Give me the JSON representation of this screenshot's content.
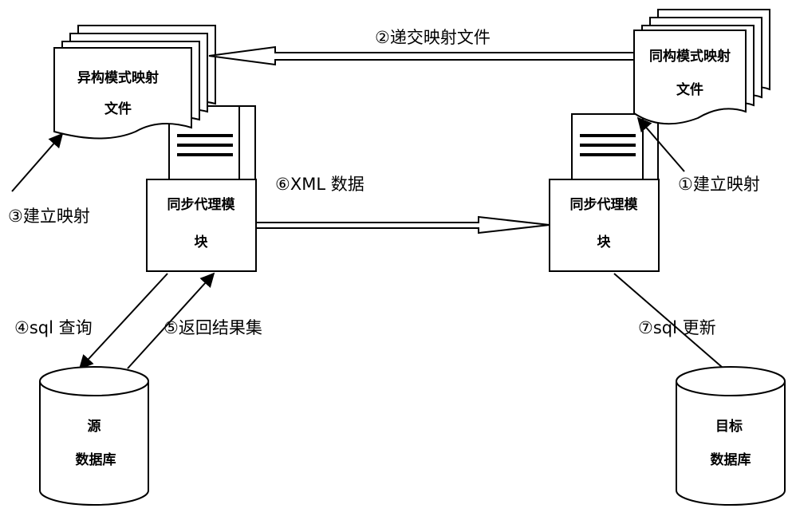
{
  "documents": {
    "left": {
      "line1": "异构模式映射",
      "line2": "文件"
    },
    "right": {
      "line1": "同构模式映射",
      "line2": "文件"
    }
  },
  "agents": {
    "left": {
      "line1": "同步代理模",
      "line2": "块"
    },
    "right": {
      "line1": "同步代理模",
      "line2": "块"
    }
  },
  "databases": {
    "source": {
      "line1": "源",
      "line2": "数据库"
    },
    "target": {
      "line1": "目标",
      "line2": "数据库"
    }
  },
  "labels": {
    "step1": "①建立映射",
    "step2": "②递交映射文件",
    "step3": "③建立映射",
    "step4": "④sql 查询",
    "step5": "⑤返回结果集",
    "step6": "⑥XML 数据",
    "step7": "⑦sql 更新"
  },
  "colors": {
    "ink": "#000000",
    "paper": "#ffffff"
  }
}
